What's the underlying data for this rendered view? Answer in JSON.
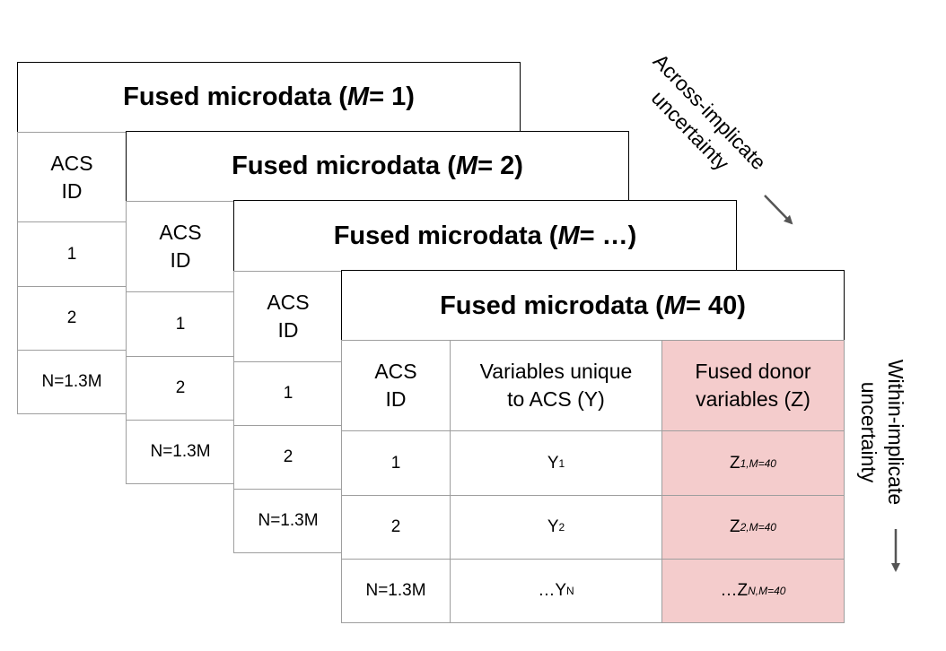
{
  "tables": [
    {
      "title_pre": "Fused microdata (",
      "title_var": "M",
      "title_post": " = 1)",
      "id_header": "ACS\nID",
      "rows": [
        "1",
        "2",
        "N=1.3M"
      ]
    },
    {
      "title_pre": "Fused microdata (",
      "title_var": "M",
      "title_post": " = 2)",
      "id_header": "ACS\nID",
      "rows": [
        "1",
        "2",
        "N=1.3M"
      ]
    },
    {
      "title_pre": "Fused microdata (",
      "title_var": "M",
      "title_post": " = …)",
      "id_header": "ACS\nID",
      "rows": [
        "1",
        "2",
        "N=1.3M"
      ]
    },
    {
      "title_pre": "Fused microdata (",
      "title_var": "M",
      "title_post": " = 40)",
      "id_header": "ACS\nID",
      "y_header": "Variables unique\nto ACS (Y)",
      "z_header": "Fused donor\nvariables (Z)",
      "rows": [
        {
          "id": "1",
          "y": "Y",
          "y_sub": "1",
          "z": "Z",
          "z_sub": "1,M=40"
        },
        {
          "id": "2",
          "y": "Y",
          "y_sub": "2",
          "z": "Z",
          "z_sub": "2,M=40"
        },
        {
          "id": "N=1.3M",
          "y": "…Y",
          "y_sub": "N",
          "z": "…Z",
          "z_sub": "N,M=40"
        }
      ]
    }
  ],
  "annotations": {
    "across": "Across-implicate\nuncertainty",
    "within": "Within-implicate\nuncertainty"
  },
  "colors": {
    "fused_highlight": "#f4cccc",
    "border": "#9e9e9e",
    "arrow": "#555555"
  }
}
